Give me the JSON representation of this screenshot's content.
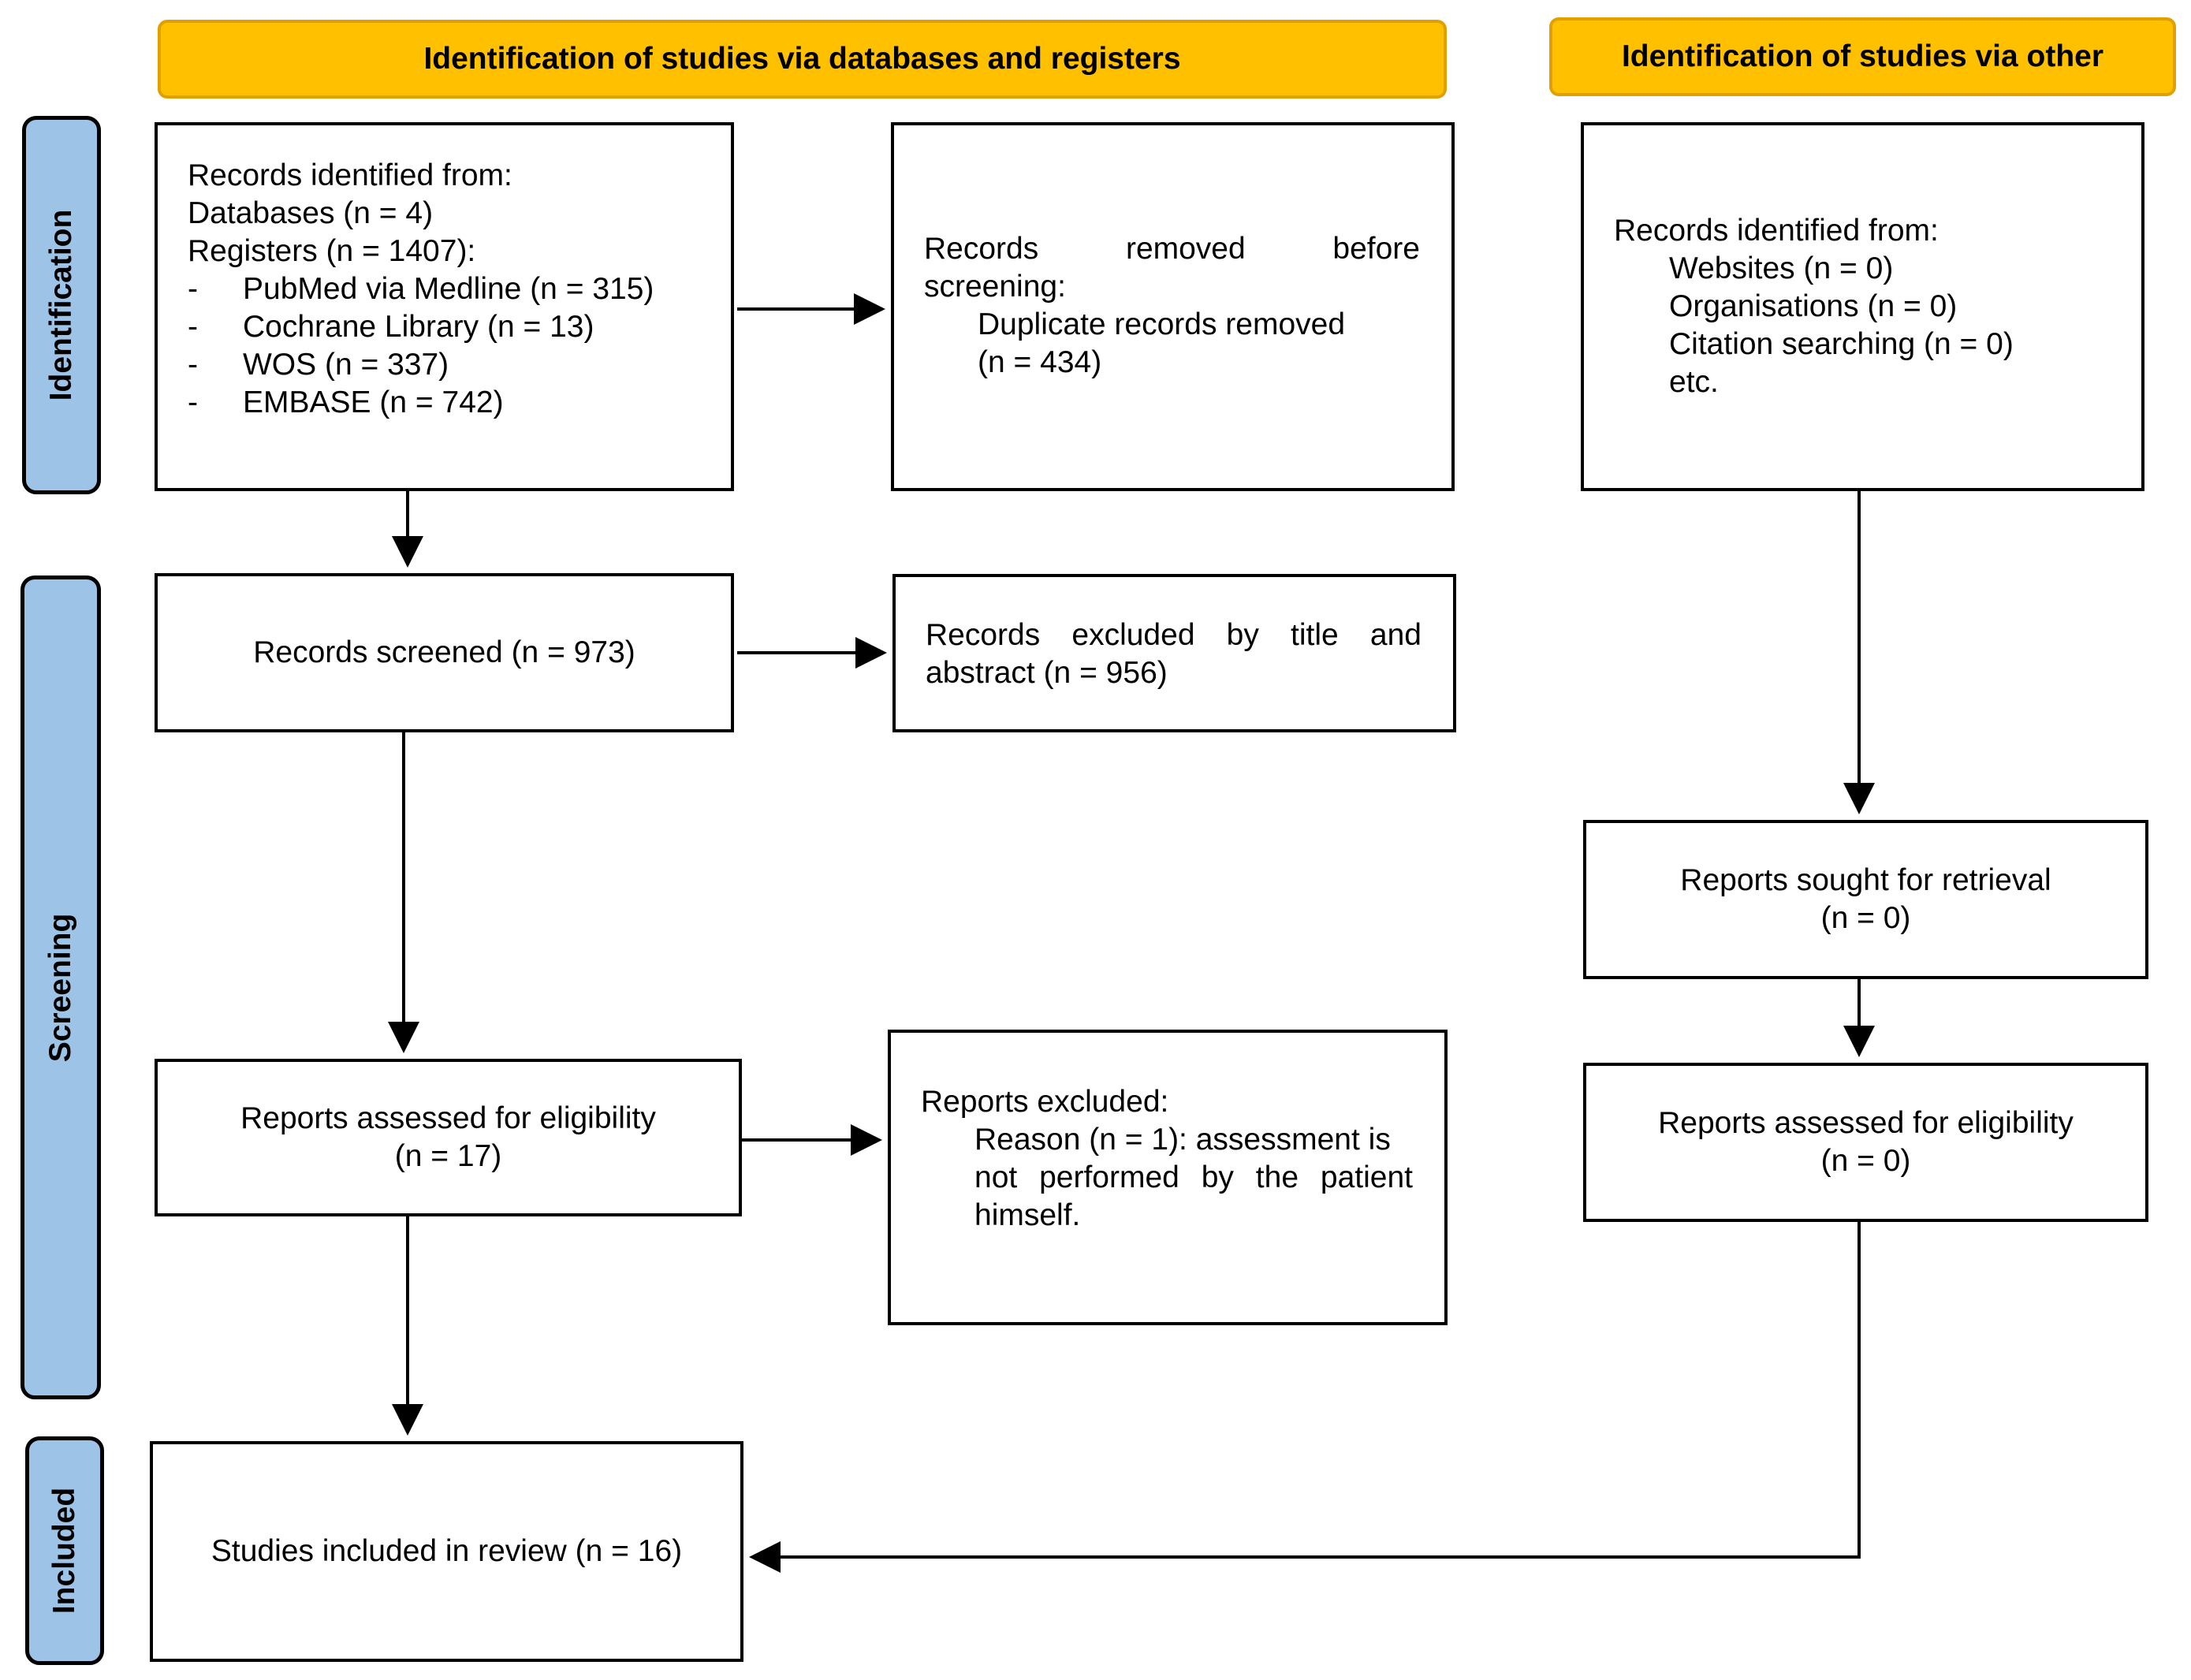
{
  "headers": {
    "databases": "Identification of studies via databases and registers",
    "other": "Identification of studies via other"
  },
  "phases": {
    "identification": "Identification",
    "screening": "Screening",
    "included": "Included"
  },
  "boxes": {
    "records_identified": {
      "line1": "Records identified from:",
      "line2": "Databases (n = 4)",
      "line3": "Registers (n = 1407):",
      "items": [
        {
          "bullet": "-",
          "text": "PubMed via Medline (n = 315)"
        },
        {
          "bullet": "-",
          "text": "Cochrane Library (n = 13)"
        },
        {
          "bullet": "-",
          "text": "WOS (n = 337)"
        },
        {
          "bullet": "-",
          "text": "EMBASE (n = 742)"
        }
      ]
    },
    "records_removed": {
      "w1": "Records",
      "w2": "removed",
      "w3": "before",
      "line2": "screening:",
      "line3": "Duplicate records removed",
      "line4": "(n = 434)"
    },
    "other_identified": {
      "line1": "Records identified from:",
      "line2": "Websites (n = 0)",
      "line3": "Organisations (n = 0)",
      "line4": "Citation searching (n = 0)",
      "line5": "etc."
    },
    "records_screened": "Records screened (n = 973)",
    "records_excluded": {
      "w1": "Records",
      "w2": "excluded",
      "w3": "by",
      "w4": "title",
      "w5": "and",
      "line2": "abstract (n = 956)"
    },
    "reports_sought": {
      "line1": "Reports sought for retrieval",
      "line2": "(n = 0)"
    },
    "reports_assessed_db": {
      "line1": "Reports assessed for eligibility",
      "line2": "(n = 17)"
    },
    "reports_excluded": {
      "line1": "Reports excluded:",
      "l2a": "Reason (n = 1): assessment is",
      "l3a": "not",
      "l3b": "performed",
      "l3c": "by",
      "l3d": "the",
      "l3e": "patient",
      "line4": "himself."
    },
    "reports_assessed_other": {
      "line1": "Reports assessed for eligibility",
      "line2": "(n = 0)"
    },
    "studies_included": "Studies included in review (n = 16)"
  },
  "colors": {
    "header_fill": "#ffc000",
    "phase_fill": "#9dc3e6",
    "border": "#000000"
  }
}
